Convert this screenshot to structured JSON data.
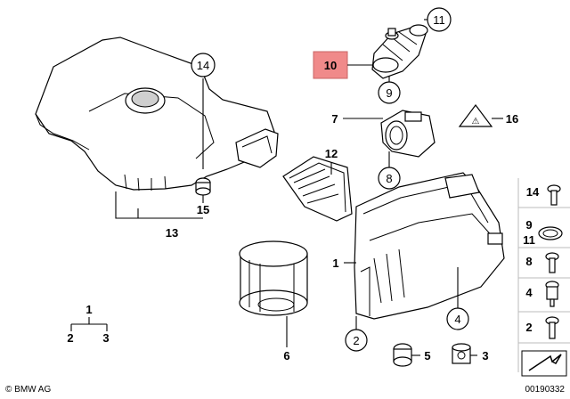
{
  "labels": {
    "p1": "1",
    "p2": "2",
    "p3": "3",
    "p4": "4",
    "p5": "5",
    "p6": "6",
    "p7": "7",
    "p8": "8",
    "p9": "9",
    "p10": "10",
    "p11": "11",
    "p12": "12",
    "p13": "13",
    "p14": "14",
    "p15": "15",
    "p16": "16",
    "legend_1": "1",
    "legend_2": "2",
    "legend_3": "3"
  },
  "sidebar": {
    "items": [
      {
        "label": "14",
        "icon": "bolt-icon"
      },
      {
        "label": "9",
        "icon": "hose-clamp-icon"
      },
      {
        "label": "11",
        "icon": "hose-clamp-icon"
      },
      {
        "label": "8",
        "icon": "screw-icon"
      },
      {
        "label": "4",
        "icon": "grommet-icon"
      },
      {
        "label": "2",
        "icon": "screw-icon"
      }
    ]
  },
  "footer": {
    "brand": "© BMW AG",
    "diagram_id": "00190332"
  },
  "colors": {
    "highlight": "#f08a8a",
    "line": "#000000",
    "shade": "#c8c8c8"
  }
}
